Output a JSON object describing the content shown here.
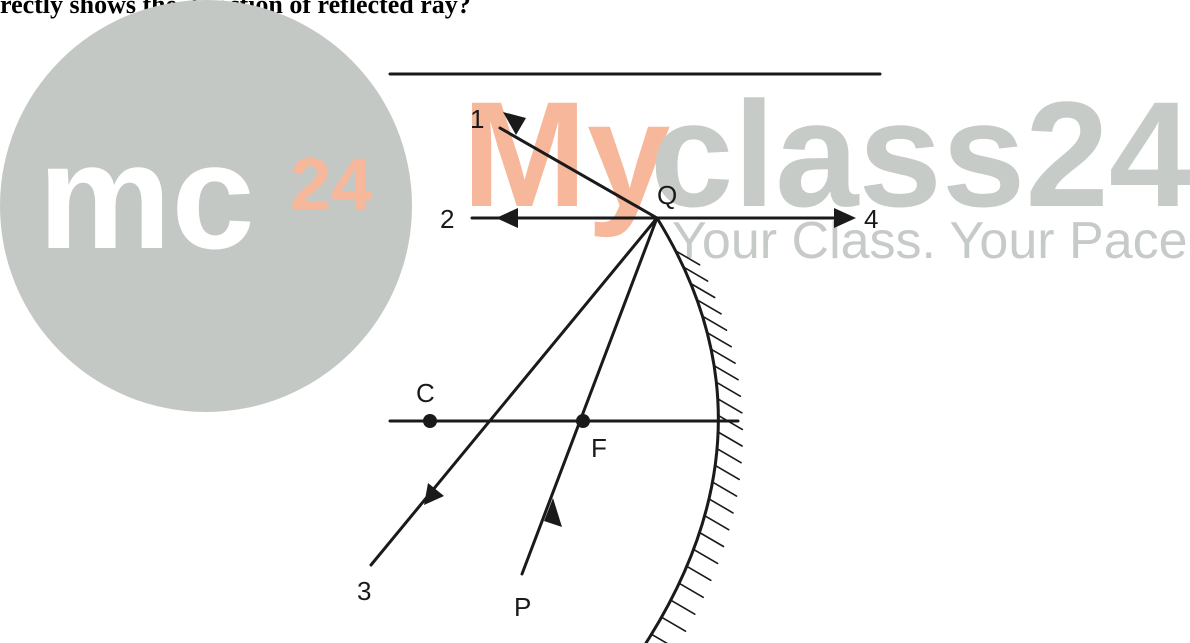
{
  "question_text": "rectly shows the direction of reflected ray?",
  "watermark": {
    "logo_text": "mc",
    "logo_superscript": "24",
    "brand_my": "My",
    "brand_rest": "class24",
    "tagline": "Your Class. Your Pace.",
    "circle_color": "#c4c8c4",
    "accent_color": "#f7b79a",
    "gray_text_color": "#c7cbc7"
  },
  "labels": {
    "ray1": "1",
    "ray2": "2",
    "ray3": "3",
    "ray4": "4",
    "point_q": "Q",
    "point_c": "C",
    "point_f": "F",
    "point_p": "P"
  },
  "colors": {
    "line": "#1a1a1a"
  }
}
